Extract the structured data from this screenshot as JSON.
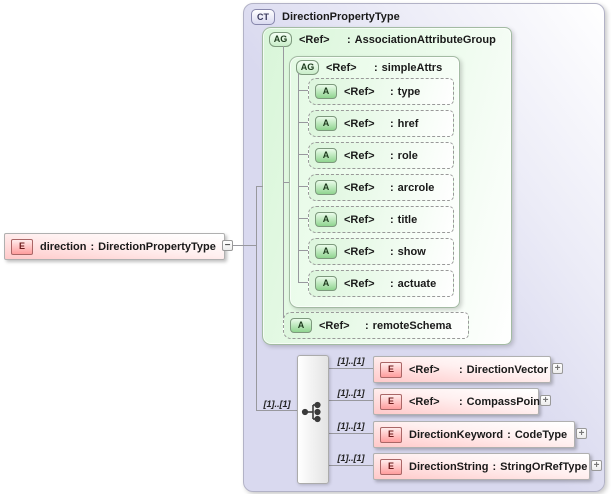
{
  "element": {
    "icon": "E",
    "name": "direction",
    "colon": ":",
    "type": "DirectionPropertyType",
    "collapse_glyph": "−"
  },
  "complex_type": {
    "icon": "CT",
    "title": "DirectionPropertyType",
    "attr_group": {
      "icon": "AG",
      "name": "<Ref>",
      "colon": ":",
      "type": "AssociationAttributeGroup"
    },
    "simple_attrs": {
      "icon": "AG",
      "name": "<Ref>",
      "colon": ":",
      "type": "simpleAttrs",
      "attributes": [
        {
          "icon": "A",
          "name": "<Ref>",
          "colon": ":",
          "type": "type"
        },
        {
          "icon": "A",
          "name": "<Ref>",
          "colon": ":",
          "type": "href"
        },
        {
          "icon": "A",
          "name": "<Ref>",
          "colon": ":",
          "type": "role"
        },
        {
          "icon": "A",
          "name": "<Ref>",
          "colon": ":",
          "type": "arcrole"
        },
        {
          "icon": "A",
          "name": "<Ref>",
          "colon": ":",
          "type": "title"
        },
        {
          "icon": "A",
          "name": "<Ref>",
          "colon": ":",
          "type": "show"
        },
        {
          "icon": "A",
          "name": "<Ref>",
          "colon": ":",
          "type": "actuate"
        }
      ]
    },
    "remote_schema": {
      "icon": "A",
      "name": "<Ref>",
      "colon": ":",
      "type": "remoteSchema"
    },
    "choice": {
      "cardinality": "[1]..[1]",
      "branches": [
        {
          "cardinality": "[1]..[1]",
          "icon": "E",
          "name": "<Ref>",
          "colon": ":",
          "type": "DirectionVector",
          "expand_glyph": "+"
        },
        {
          "cardinality": "[1]..[1]",
          "icon": "E",
          "name": "<Ref>",
          "colon": ":",
          "type": "CompassPoint",
          "expand_glyph": "+"
        },
        {
          "cardinality": "[1]..[1]",
          "icon": "E",
          "name": "DirectionKeyword",
          "colon": ":",
          "type": "CodeType",
          "expand_glyph": "+"
        },
        {
          "cardinality": "[1]..[1]",
          "icon": "E",
          "name": "DirectionString",
          "colon": ":",
          "type": "StringOrRefType",
          "expand_glyph": "+"
        }
      ]
    }
  }
}
